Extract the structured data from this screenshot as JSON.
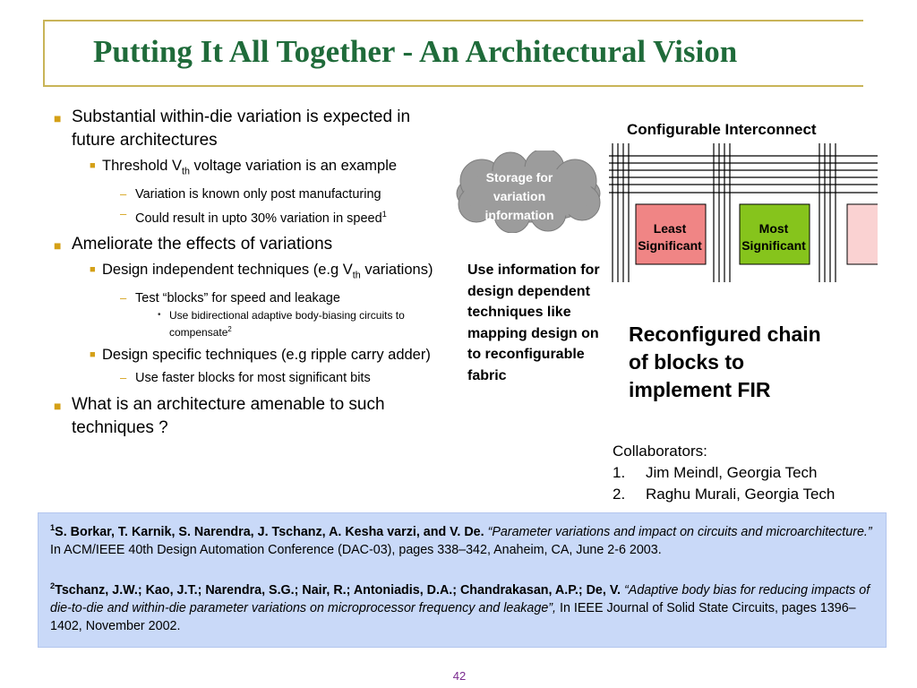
{
  "title": "Putting It All Together - An Architectural Vision",
  "bullets": {
    "b1": "Substantial within-die variation is expected in future architectures",
    "b1_1_pre": "Threshold V",
    "b1_1_sub": "th",
    "b1_1_post": " voltage variation is an example",
    "b1_1_1": "Variation is known only post manufacturing",
    "b1_1_2": "Could result in upto 30% variation in speed",
    "b1_1_2_sup": "1",
    "b2": "Ameliorate the effects of variations",
    "b2_1_pre": "Design independent techniques (e.g V",
    "b2_1_sub": "th",
    "b2_1_post": " variations)",
    "b2_1_1": "Test “blocks” for speed and leakage",
    "b2_1_1_1": "Use bidirectional adaptive body-biasing circuits to compensate",
    "b2_1_1_1_sup": "2",
    "b2_2": "Design specific techniques (e.g ripple carry adder)",
    "b2_2_1": "Use faster blocks for most significant bits",
    "b3": "What is an architecture amenable to such techniques ?"
  },
  "diagram": {
    "interconnect_title": "Configurable Interconnect",
    "cloud_text": "Storage for variation information",
    "least_block": "Least Significant",
    "most_block": "Most Significant",
    "colors": {
      "least": "#f08585",
      "most": "#86c41c",
      "third": "#fad2d2",
      "cloud": "#9c9c9c",
      "accent": "#1f6b3a"
    },
    "use_info": "Use information for design dependent techniques like mapping design on to reconfigurable fabric",
    "reconfigured": "Reconfigured chain of blocks to implement FIR"
  },
  "collaborators": {
    "heading": "Collaborators:",
    "items": [
      {
        "num": "1.",
        "name": "Jim Meindl, Georgia Tech"
      },
      {
        "num": "2.",
        "name": "Raghu Murali, Georgia Tech"
      }
    ]
  },
  "references": {
    "r1_sup": "1",
    "r1_authors": "S. Borkar, T. Karnik, S. Narendra, J. Tschanz, A. Kesha varzi, and V. De.",
    "r1_title": "“Parameter variations and impact on circuits and microarchitecture.”",
    "r1_rest": " In ACM/IEEE 40th Design Automation Conference (DAC-03), pages 338–342, Anaheim, CA, June 2-6 2003.",
    "r2_sup": "2",
    "r2_authors": "Tschanz, J.W.; Kao, J.T.; Narendra, S.G.; Nair, R.; Antoniadis, D.A.; Chandrakasan, A.P.; De, V.",
    "r2_title": "“Adaptive body bias for reducing impacts of die-to-die and within-die parameter variations on microprocessor frequency and leakage”,",
    "r2_rest": " In IEEE Journal of Solid State Circuits, pages 1396–1402, November 2002."
  },
  "page_number": "42"
}
